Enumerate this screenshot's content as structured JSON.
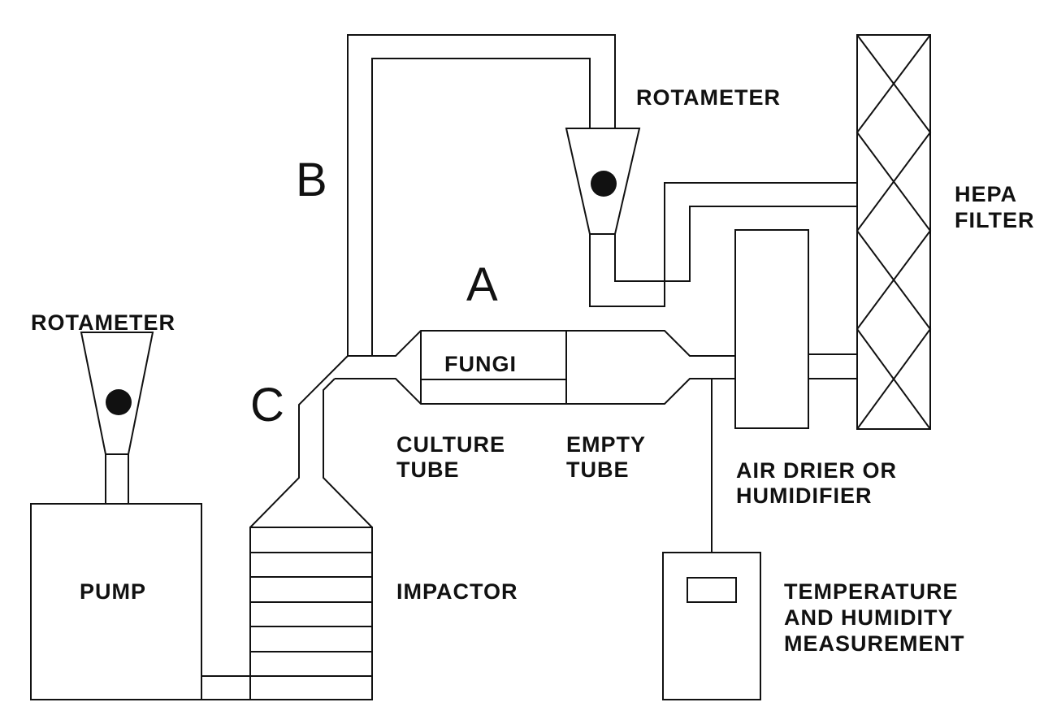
{
  "labels": {
    "rotameter_top": "ROTAMETER",
    "rotameter_left": "ROTAMETER",
    "hepa_line1": "HEPA",
    "hepa_line2": "FILTER",
    "fungi": "FUNGI",
    "culture_line1": "CULTURE",
    "culture_line2": "TUBE",
    "empty_line1": "EMPTY",
    "empty_line2": "TUBE",
    "drier_line1": "AIR DRIER OR",
    "drier_line2": "HUMIDIFIER",
    "pump": "PUMP",
    "impactor": "IMPACTOR",
    "temp_line1": "TEMPERATURE",
    "temp_line2": "AND HUMIDITY",
    "temp_line3": "MEASUREMENT"
  },
  "paths": {
    "a": "A",
    "b": "B",
    "c": "C"
  },
  "colors": {
    "line": "#111111",
    "background": "#ffffff"
  }
}
